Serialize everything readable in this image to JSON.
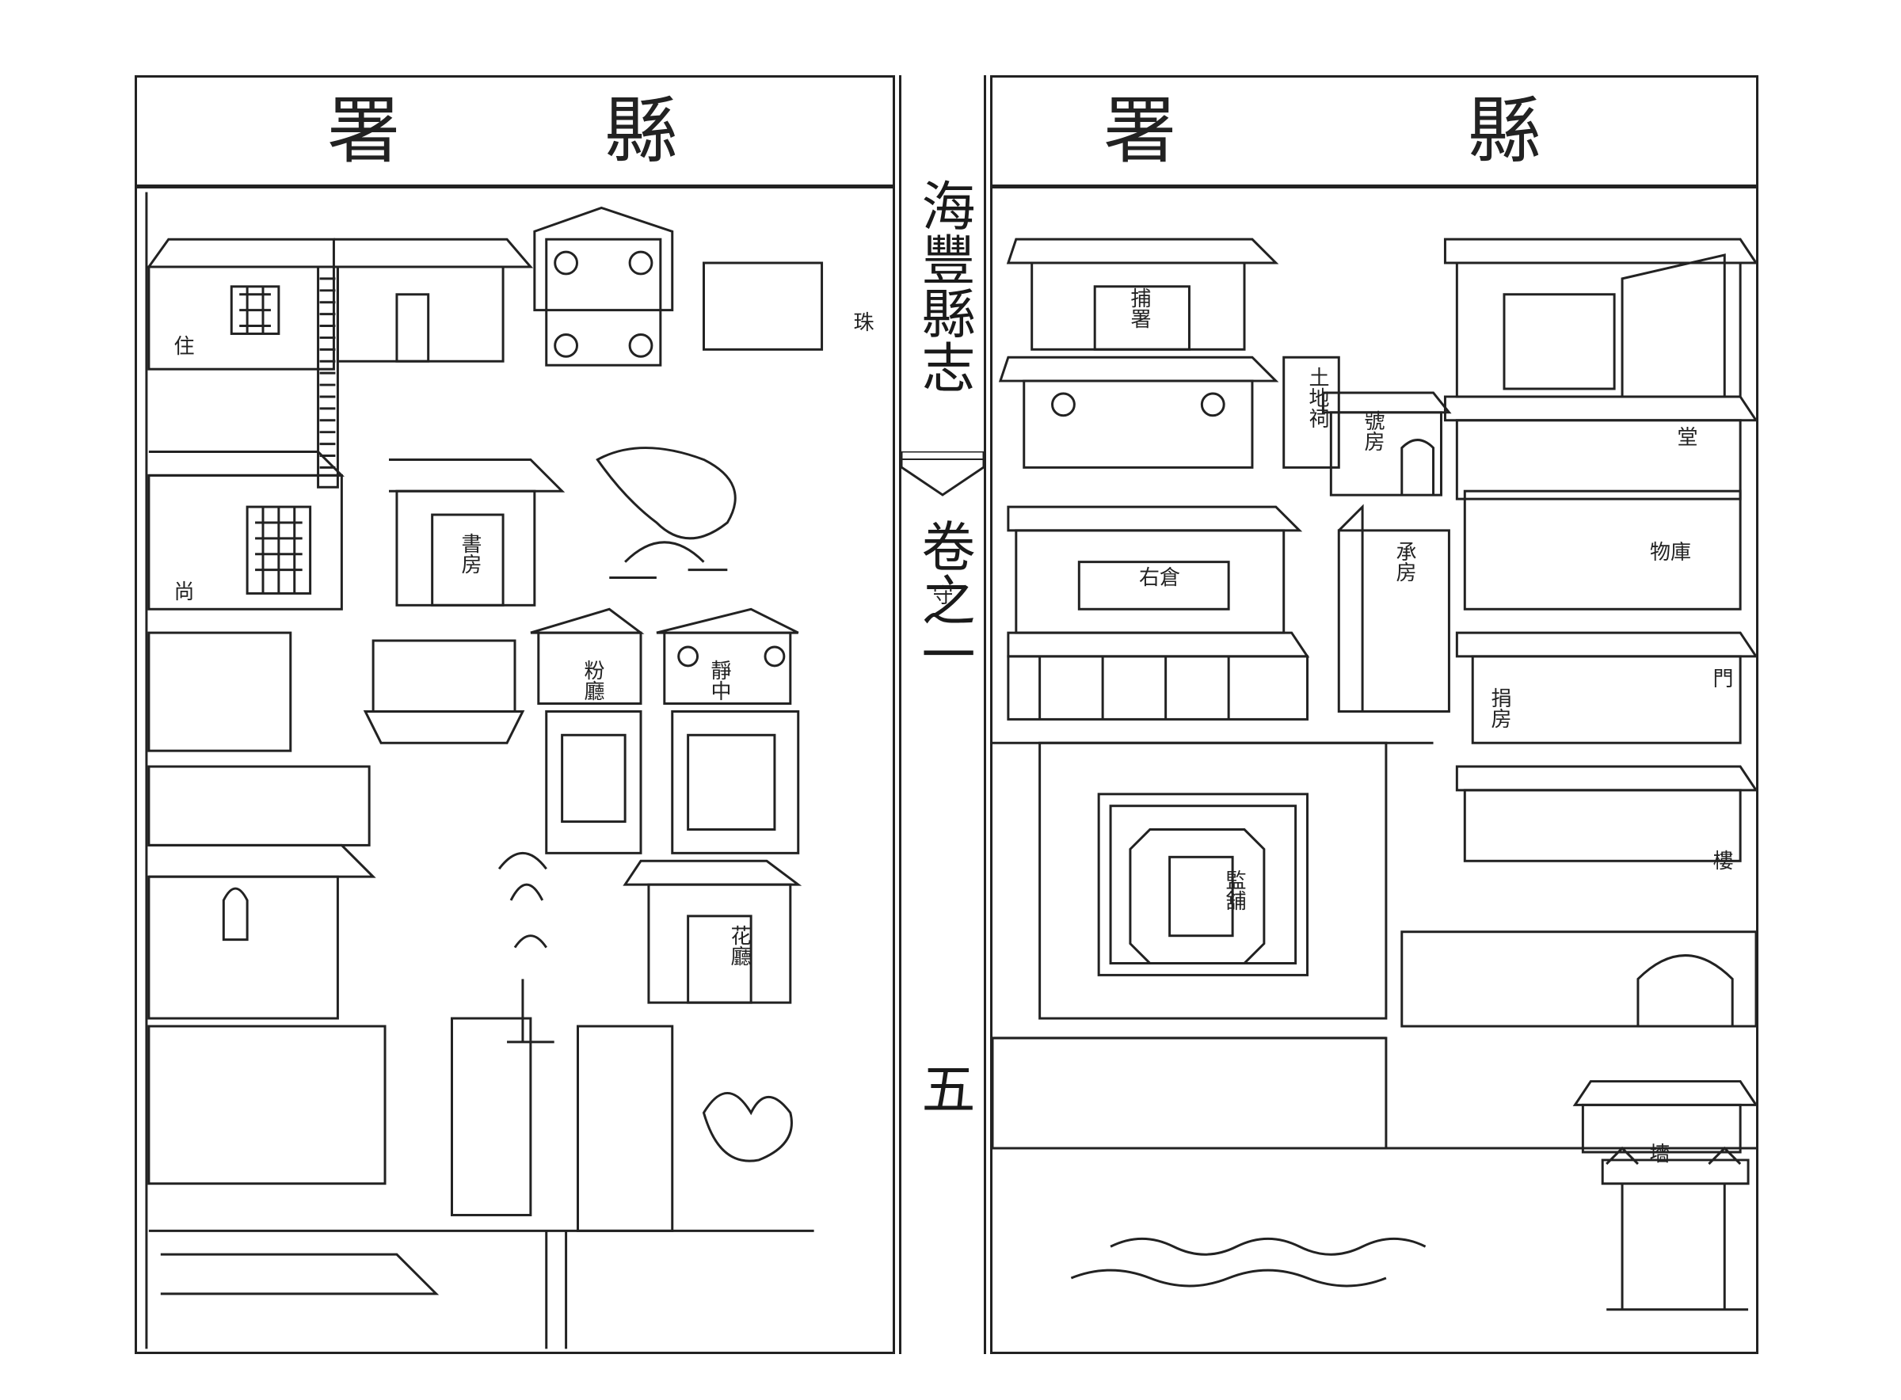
{
  "left_page": {
    "title": [
      "縣",
      "署"
    ],
    "labels": {
      "zhu": "住",
      "shang": "尚",
      "shufang": "書房",
      "zhuma": "珠",
      "jianwei": "守",
      "huating": "花廳",
      "jingshi": "靜中",
      "fenting": "粉廳"
    }
  },
  "spine": {
    "book_title": "海豐縣志",
    "volume": "卷之一",
    "page_number": "五"
  },
  "right_page": {
    "title": [
      "縣",
      "署"
    ],
    "labels": {
      "bushu": "捕署",
      "tudici": "土地祠",
      "haofang": "號房",
      "youcang": "右倉",
      "jianpu": "監舖",
      "tang": "堂",
      "wuku": "物庫",
      "gongfang": "承房",
      "men": "門",
      "lou": "樓",
      "qiang": "墻",
      "zhaiye": "捐房"
    }
  }
}
